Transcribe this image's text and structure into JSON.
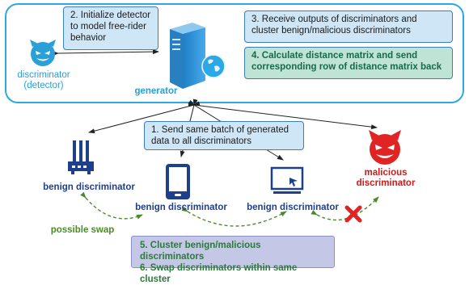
{
  "steps": {
    "step2": "2. Initialize detector to model free-rider behavior",
    "step3": "3. Receive outputs of discriminators and cluster benign/malicious discriminators",
    "step4": "4. Calculate distance matrix and send corresponding row of distance matrix back",
    "step1": "1. Send same batch of generated data to all discriminators",
    "step56_line1": "5. Cluster benign/malicious discriminators",
    "step56_line2": "6. Swap discriminators within same cluster"
  },
  "labels": {
    "detector": "discriminator\n(detector)",
    "generator": "generator",
    "benign_router": "benign discriminator",
    "benign_tablet": "benign discriminator",
    "benign_monitor": "benign discriminator",
    "malicious": "malicious\ndiscriminator",
    "possible_swap": "possible swap"
  },
  "colors": {
    "panel_border": "#2ea8e0",
    "step_box_blue": "#cfe6f7",
    "step_box_green": "#bfe4d6",
    "step_box_lavender": "#c4c7e6",
    "benign_navy": "#1e3f8c",
    "malicious_red": "#d01919",
    "swap_green": "#4b8a2a"
  },
  "icons": [
    "devil-detector-icon",
    "server-tower-icon",
    "globe-icon",
    "router-icon",
    "tablet-icon",
    "monitor-cursor-icon",
    "devil-malicious-icon",
    "cross-mark-icon"
  ]
}
